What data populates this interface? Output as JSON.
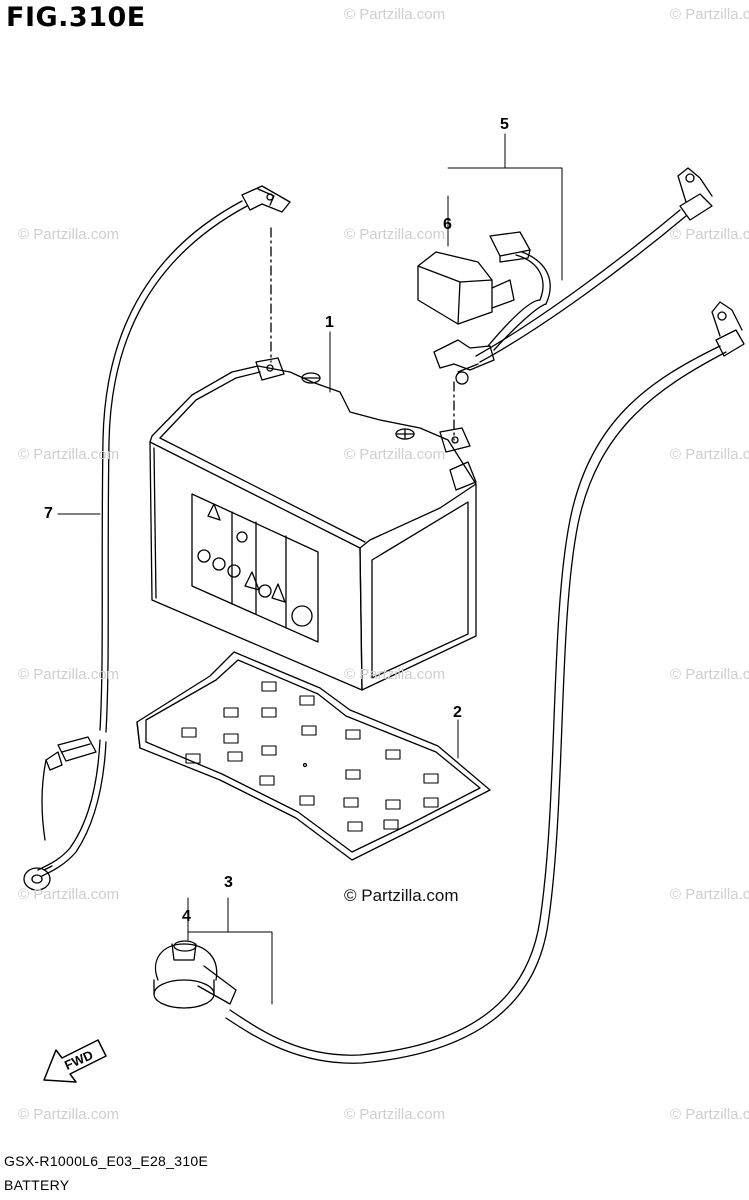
{
  "figure": {
    "title": "FIG.310E",
    "model_code": "GSX-R1000L6_E03_E28_310E",
    "section": "BATTERY"
  },
  "watermark": {
    "text": "© Partzilla.com"
  },
  "copyright": "© Partzilla.com",
  "fwd_label": "FWD",
  "callouts": [
    {
      "id": "1",
      "label": "1",
      "part": "battery"
    },
    {
      "id": "2",
      "label": "2",
      "part": "battery-tray"
    },
    {
      "id": "3",
      "label": "3",
      "part": "cable-assembly"
    },
    {
      "id": "4",
      "label": "4",
      "part": "terminal-cap"
    },
    {
      "id": "5",
      "label": "5",
      "part": "lead-assembly"
    },
    {
      "id": "6",
      "label": "6",
      "part": "fuse-holder"
    },
    {
      "id": "7",
      "label": "7",
      "part": "ground-lead"
    }
  ],
  "colors": {
    "line": "#000000",
    "watermark": "#cfcfcf",
    "background": "#ffffff"
  }
}
